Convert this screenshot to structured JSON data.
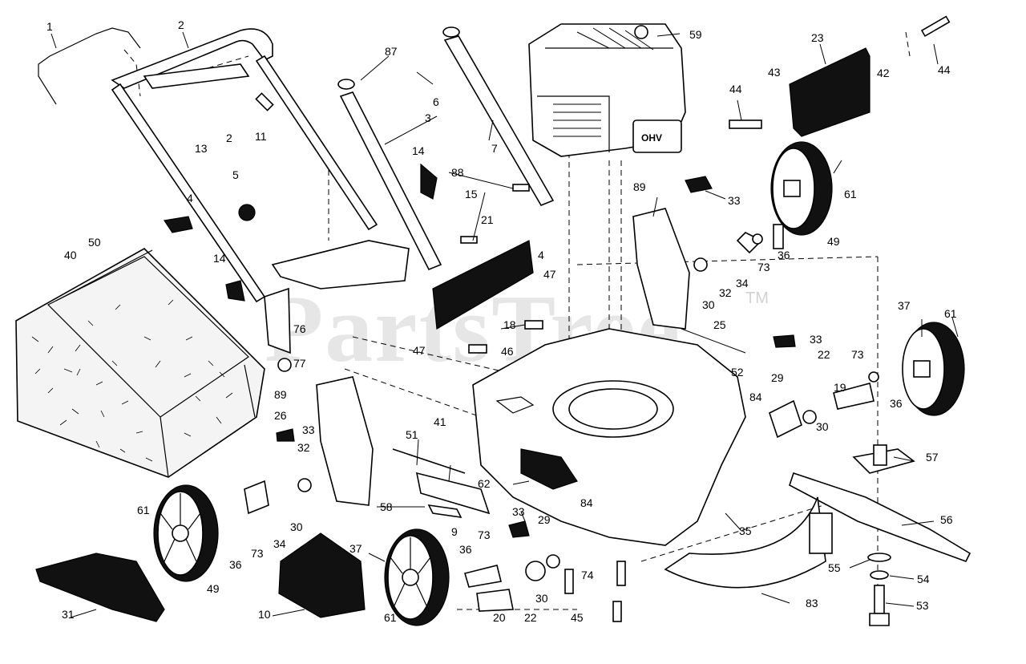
{
  "diagram": {
    "watermark": "PartsTree",
    "watermark_tm": "TM",
    "engine_badge": "OHV",
    "callouts": [
      {
        "num": "1"
      },
      {
        "num": "2"
      },
      {
        "num": "2"
      },
      {
        "num": "13"
      },
      {
        "num": "11"
      },
      {
        "num": "87"
      },
      {
        "num": "6"
      },
      {
        "num": "3"
      },
      {
        "num": "7"
      },
      {
        "num": "59"
      },
      {
        "num": "23"
      },
      {
        "num": "42"
      },
      {
        "num": "44"
      },
      {
        "num": "44"
      },
      {
        "num": "43"
      },
      {
        "num": "14"
      },
      {
        "num": "5"
      },
      {
        "num": "88"
      },
      {
        "num": "15"
      },
      {
        "num": "21"
      },
      {
        "num": "89"
      },
      {
        "num": "33"
      },
      {
        "num": "61"
      },
      {
        "num": "49"
      },
      {
        "num": "4"
      },
      {
        "num": "4"
      },
      {
        "num": "36"
      },
      {
        "num": "73"
      },
      {
        "num": "34"
      },
      {
        "num": "32"
      },
      {
        "num": "40"
      },
      {
        "num": "50"
      },
      {
        "num": "14"
      },
      {
        "num": "47"
      },
      {
        "num": "30"
      },
      {
        "num": "25"
      },
      {
        "num": "76"
      },
      {
        "num": "18"
      },
      {
        "num": "37"
      },
      {
        "num": "61"
      },
      {
        "num": "47"
      },
      {
        "num": "46"
      },
      {
        "num": "33"
      },
      {
        "num": "22"
      },
      {
        "num": "73"
      },
      {
        "num": "77"
      },
      {
        "num": "52"
      },
      {
        "num": "29"
      },
      {
        "num": "19"
      },
      {
        "num": "89"
      },
      {
        "num": "84"
      },
      {
        "num": "36"
      },
      {
        "num": "26"
      },
      {
        "num": "33"
      },
      {
        "num": "41"
      },
      {
        "num": "30"
      },
      {
        "num": "32"
      },
      {
        "num": "51"
      },
      {
        "num": "57"
      },
      {
        "num": "62"
      },
      {
        "num": "30"
      },
      {
        "num": "58"
      },
      {
        "num": "56"
      },
      {
        "num": "61"
      },
      {
        "num": "33"
      },
      {
        "num": "84"
      },
      {
        "num": "9"
      },
      {
        "num": "29"
      },
      {
        "num": "35"
      },
      {
        "num": "73"
      },
      {
        "num": "34"
      },
      {
        "num": "37"
      },
      {
        "num": "36"
      },
      {
        "num": "73"
      },
      {
        "num": "36"
      },
      {
        "num": "74"
      },
      {
        "num": "49"
      },
      {
        "num": "55"
      },
      {
        "num": "54"
      },
      {
        "num": "30"
      },
      {
        "num": "83"
      },
      {
        "num": "31"
      },
      {
        "num": "10"
      },
      {
        "num": "61"
      },
      {
        "num": "20"
      },
      {
        "num": "22"
      },
      {
        "num": "45"
      },
      {
        "num": "53"
      }
    ]
  }
}
